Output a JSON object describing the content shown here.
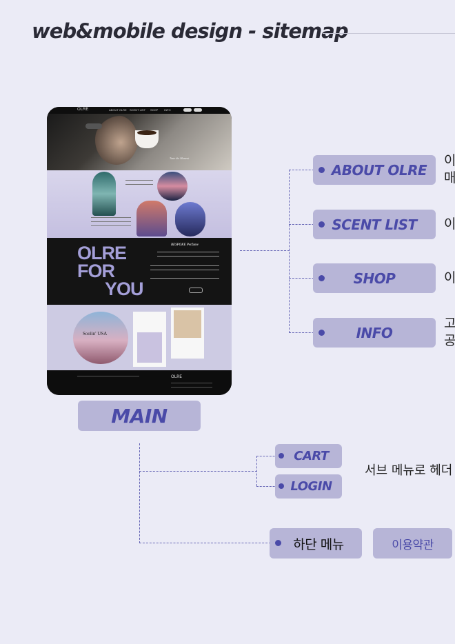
{
  "title": "web&mobile design - sitemap",
  "main_label": "MAIN",
  "mock": {
    "nav_logo": "OLRE",
    "nav_items": [
      "ABOUT OLRE",
      "SCENT LIST",
      "SHOP",
      "INFO"
    ],
    "hero_caption": "Taste the Moment",
    "brand_text": [
      "OLRE",
      "FOR",
      "YOU"
    ],
    "bespoke": "BESPOKE Perfume",
    "shop_circle": "Soolin' USA",
    "footer_logo": "OLRE"
  },
  "menus": [
    {
      "label": "ABOUT OLRE",
      "desc": [
        "이",
        "매"
      ]
    },
    {
      "label": "SCENT LIST",
      "desc": [
        "이"
      ]
    },
    {
      "label": "SHOP",
      "desc": [
        "이"
      ]
    },
    {
      "label": "INFO",
      "desc": [
        "고",
        "공"
      ]
    }
  ],
  "sub": {
    "items": [
      "CART",
      "LOGIN"
    ],
    "desc": "서브 메뉴로 헤더"
  },
  "footer": {
    "label": "하단 메뉴",
    "terms": "이용약관"
  },
  "colors": {
    "accent": "#4a4aa8",
    "box": "#b7b5d7",
    "background": "#ebebf6"
  }
}
